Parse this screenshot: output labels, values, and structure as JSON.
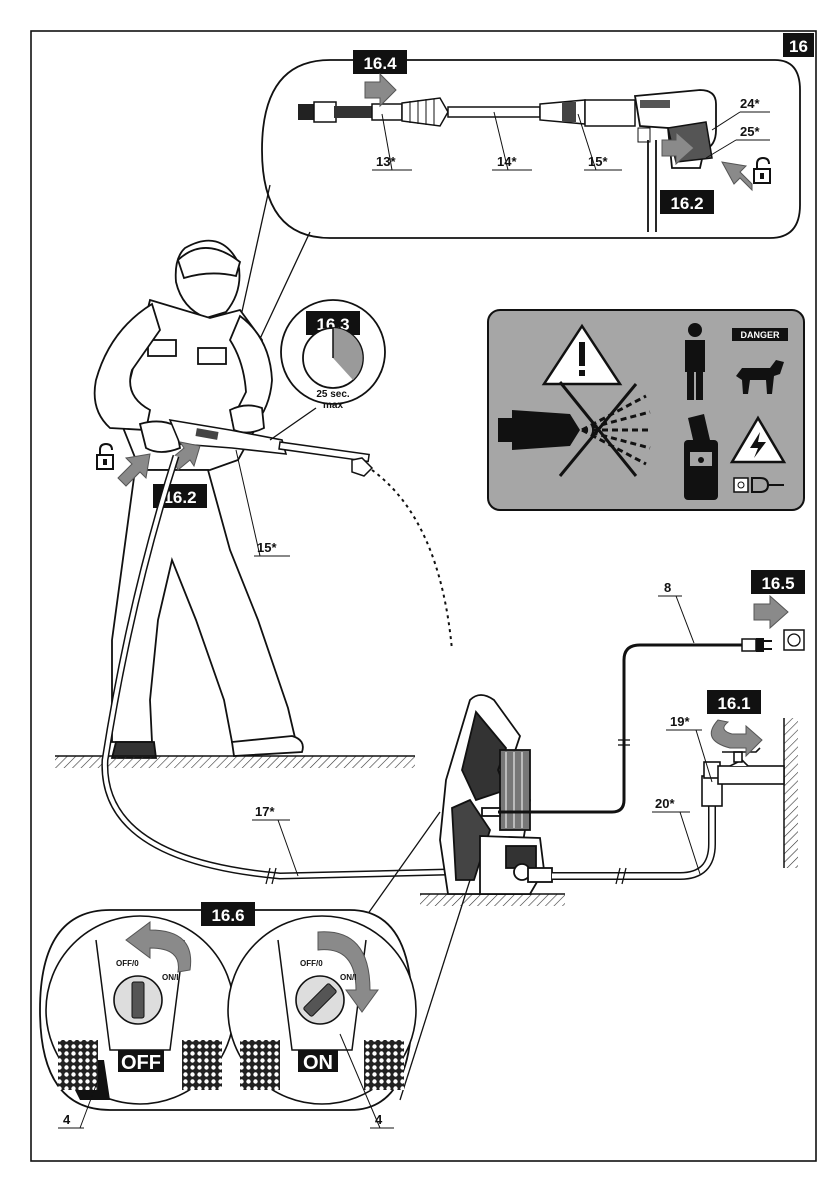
{
  "page_number": "16",
  "step_badges": {
    "s16_1": "16.1",
    "s16_2": "16.2",
    "s16_3": "16.3",
    "s16_4": "16.4",
    "s16_5": "16.5",
    "s16_6": "16.6"
  },
  "part_labels": {
    "p4": "4",
    "p8": "8",
    "p13": "13*",
    "p14": "14*",
    "p15": "15*",
    "p17": "17*",
    "p19": "19*",
    "p20": "20*",
    "p24": "24*",
    "p25": "25*"
  },
  "timer": {
    "line1": "25 sec.",
    "line2": "max"
  },
  "warning_panel": {
    "danger_label": "DANGER"
  },
  "switch_panel": {
    "off_label": "OFF/0",
    "on_label": "ON/I",
    "state_off": "OFF",
    "state_on": "ON"
  },
  "icons": [
    "lock-open-icon",
    "arrow-right-icon",
    "warning-triangle-icon",
    "person-icon",
    "dog-icon",
    "electric-hazard-icon",
    "plug-icon",
    "socket-icon",
    "stopwatch-icon",
    "rotate-arrow-icon"
  ],
  "colors": {
    "panel_gray": "#a6a6a6",
    "arrow_gray": "#8a8a8a",
    "badge_black": "#111111"
  }
}
